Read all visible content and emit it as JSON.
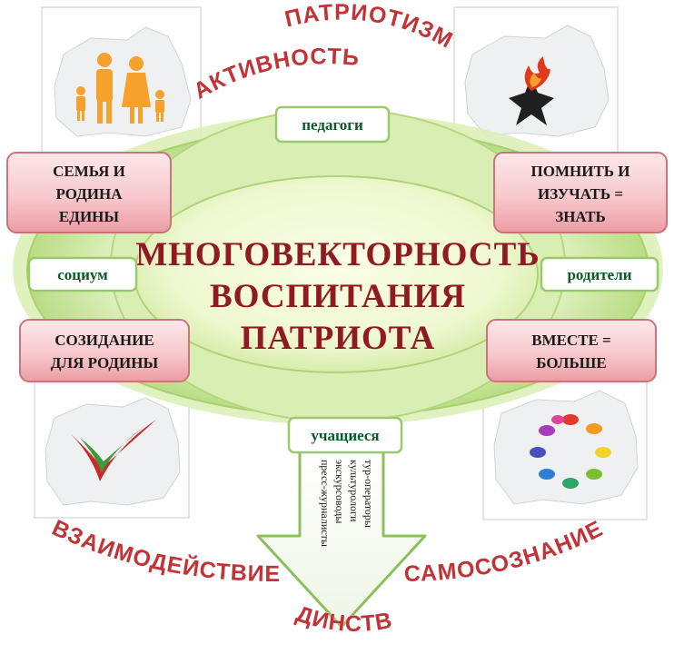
{
  "center": {
    "lines": [
      "МНОГОВЕКТОРНОСТЬ",
      "ВОСПИТАНИЯ",
      "ПАТРИОТА"
    ]
  },
  "arc_words": {
    "patriotism": "ПАТРИОТИЗМ",
    "activity": "АКТИВНОСТЬ",
    "interaction": "ВЗАИМОДЕЙСТВИЕ",
    "unity": "ЕДИНСТВО",
    "self_awareness": "САМОСОЗНАНИЕ"
  },
  "red_boxes": {
    "family": [
      "СЕМЬЯ И",
      "РОДИНА",
      "ЕДИНЫ"
    ],
    "remember": [
      "ПОМНИТЬ И",
      "ИЗУЧАТЬ =",
      "ЗНАТЬ"
    ],
    "creation": [
      "СОЗИДАНИЕ",
      "ДЛЯ РОДИНЫ"
    ],
    "together": [
      "ВМЕСТЕ =",
      "БОЛЬШЕ"
    ]
  },
  "green_boxes": {
    "teachers": "педагоги",
    "society": "социум",
    "parents": "родители",
    "students": "учащиеся"
  },
  "arrow_items": [
    "пресс-журналисты",
    "экскурсоводы",
    "культурологи",
    "тур-операторы"
  ],
  "images": {
    "top_left": "family-on-map-icon",
    "top_right": "eternal-flame-on-map-icon",
    "bottom_left": "flag-check-on-map-icon",
    "bottom_right": "hands-circle-on-map-icon"
  },
  "colors": {
    "arc_text": "#c23337",
    "center_text": "#8f1b22",
    "green_text": "#0b5a25",
    "red_box_fill": "#f3b7bc",
    "green_ellipse": "#c8e6a0"
  }
}
